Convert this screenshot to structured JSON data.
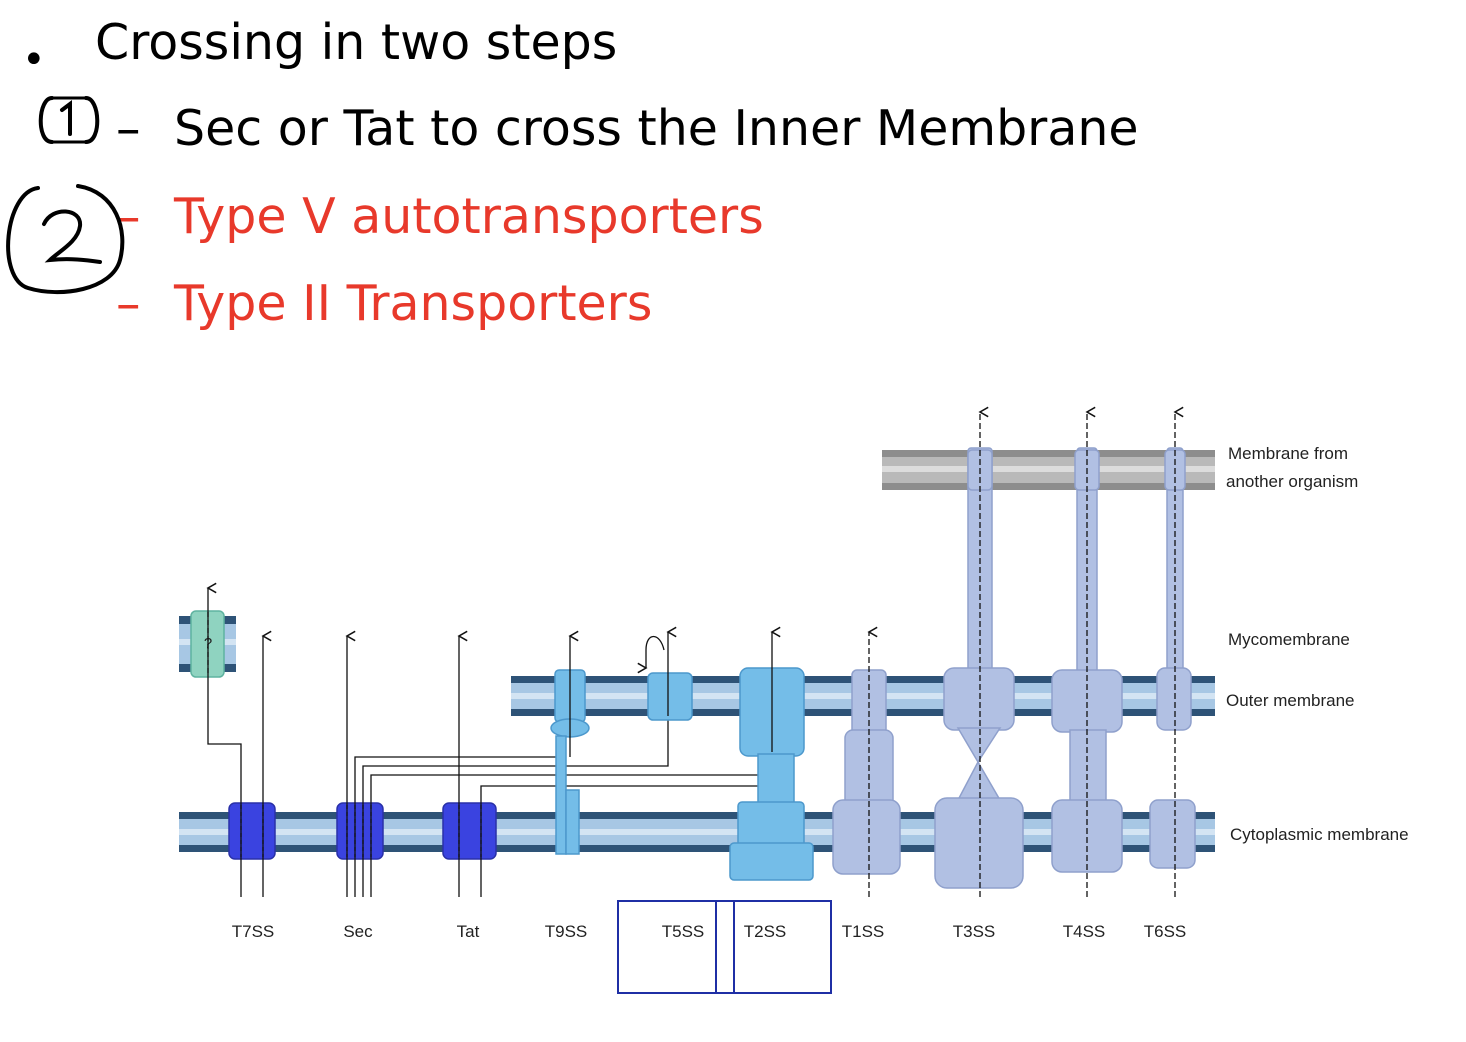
{
  "slide": {
    "bullets": [
      {
        "marker": "•",
        "text": "Crossing in two steps",
        "color": "#000000"
      },
      {
        "marker": "–",
        "text": "Sec or Tat to cross the Inner Membrane",
        "color": "#000000",
        "annotation": "1"
      },
      {
        "marker": "–",
        "text": "Type V autotransporters",
        "color": "#e8392b",
        "annotation": "2"
      },
      {
        "marker": "–",
        "text": "Type II Transporters",
        "color": "#e8392b"
      }
    ]
  },
  "diagram": {
    "membranes": {
      "foreign": "Membrane from another organism",
      "foreign_line1": "Membrane from",
      "foreign_line2": "another organism",
      "myco": "Mycomembrane",
      "outer": "Outer membrane",
      "cytoplasmic": "Cytoplasmic membrane"
    },
    "systems": [
      "T7SS",
      "Sec",
      "Tat",
      "T9SS",
      "T5SS",
      "T2SS",
      "T1SS",
      "T3SS",
      "T4SS",
      "T6SS"
    ],
    "unknown_marker": "?",
    "highlight_box": "T5SS and T2SS",
    "colors": {
      "membrane_dark": "#2e5377",
      "membrane_light": "#a7c7e4",
      "foreign_membrane": "#9a9a9a",
      "translocon_dark": "#3a43e0",
      "translocon_light": "#74bde8",
      "secretion_system": "#b1c0e3",
      "t7ss_pore": "#8fd3c0",
      "highlight": "#1f2fa5"
    }
  }
}
